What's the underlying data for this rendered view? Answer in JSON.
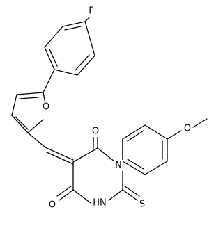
{
  "diagram": {
    "type": "skeletal-structure",
    "atoms": {
      "fluorine": "F",
      "furan_oxygen": "O",
      "methoxy_oxygen": "O",
      "carbonyl_oxygen_upper": "O",
      "carbonyl_oxygen_lower": "O",
      "n_aryl": "N",
      "nh_group": "HN",
      "thione_sulfur": "S"
    },
    "colors": {
      "bond": "#000000",
      "label": "#000000",
      "background": "#ffffff"
    }
  }
}
